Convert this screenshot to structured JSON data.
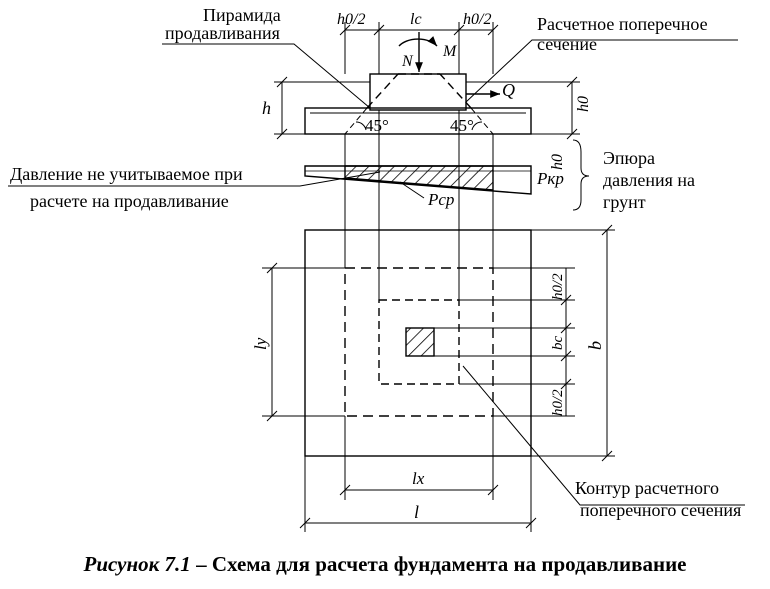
{
  "labels": {
    "pyramid": [
      "Пирамида",
      "продавливания"
    ],
    "section_top": [
      "Расчетное поперечное",
      "сечение"
    ],
    "pressure_ignored": [
      "Давление не учитываемое при",
      "расчете на продавливание"
    ],
    "epure": [
      "Эпюра",
      "давления на",
      "грунт"
    ],
    "contour": [
      "Контур расчетного",
      "поперечного сечения"
    ]
  },
  "symbols": {
    "h0_half": "h0/2",
    "lc": "lc",
    "N": "N",
    "M": "M",
    "Q": "Q",
    "h": "h",
    "h0": "h0",
    "angle": "45°",
    "P_kr": "Pкр",
    "P_sr": "Pср",
    "ly": "ly",
    "bc": "bc",
    "b": "b",
    "lx": "lx",
    "l": "l"
  },
  "caption": {
    "label": "Рисунок 7.1",
    "dash": " – ",
    "text": "Схема для расчета фундамента на продавливание"
  }
}
